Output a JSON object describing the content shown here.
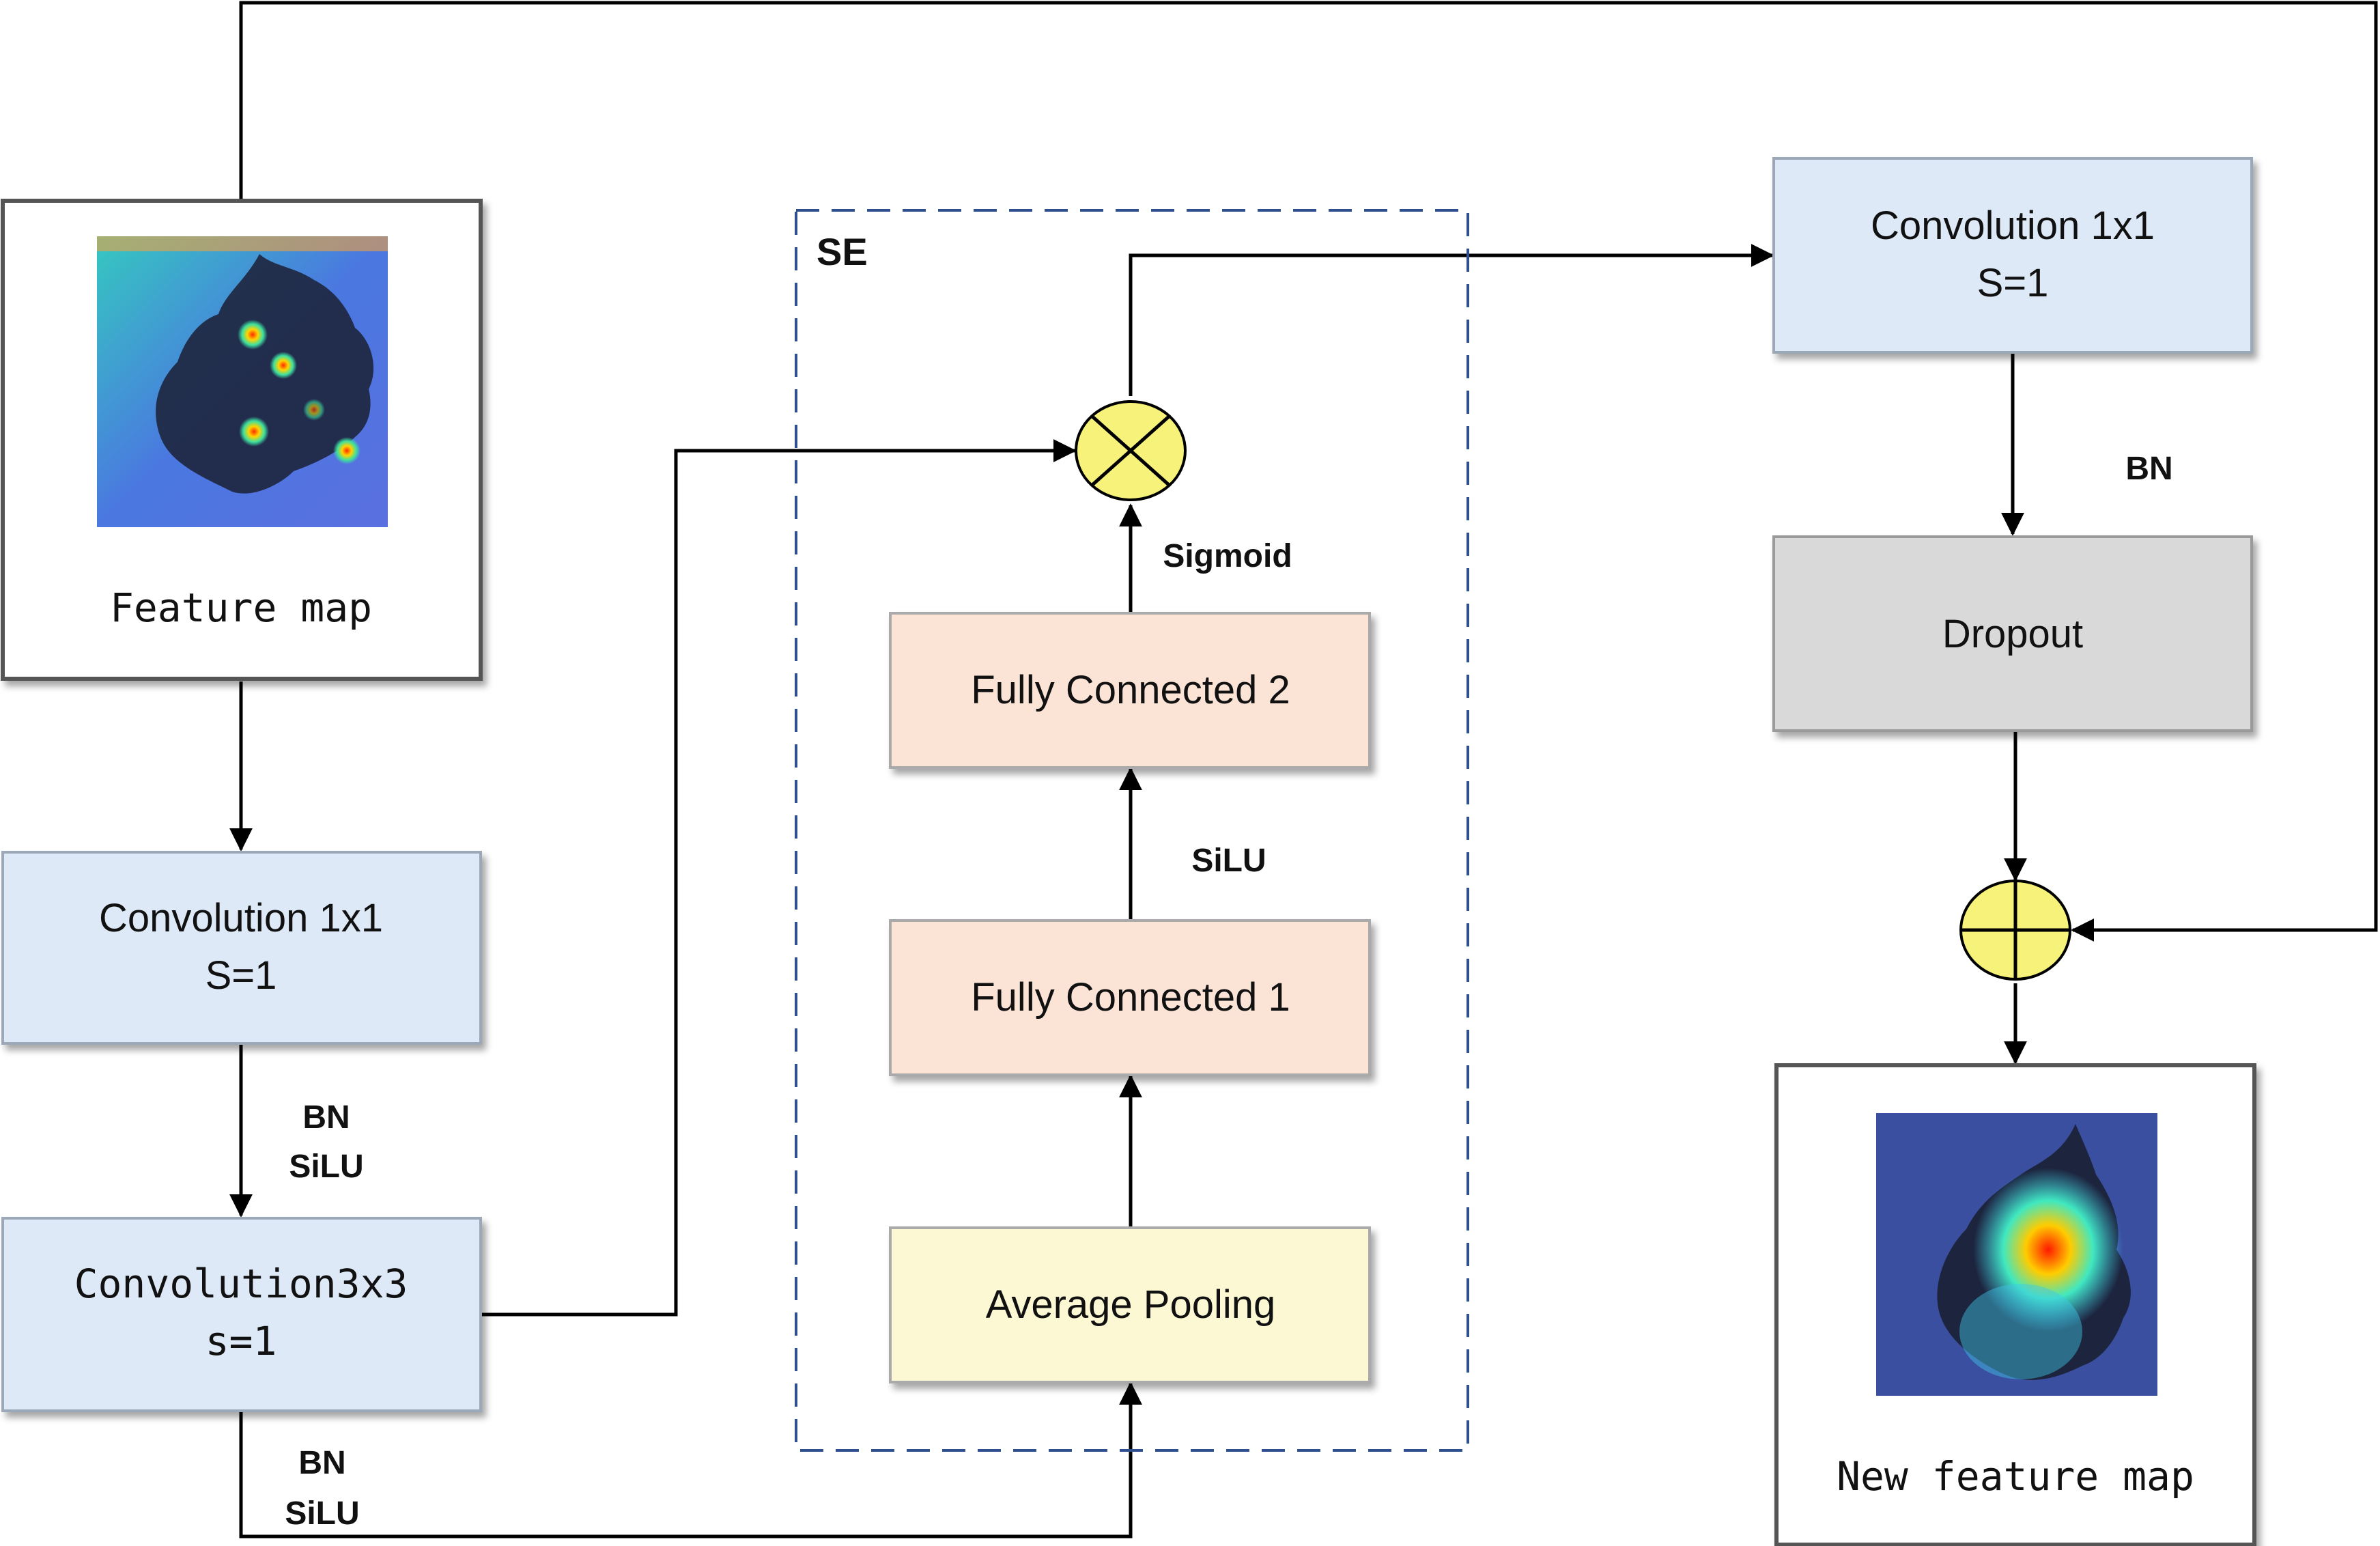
{
  "feature_map": {
    "label": "Feature map"
  },
  "new_feature_map": {
    "label": "New feature map"
  },
  "conv1": {
    "line1": "Convolution 1x1",
    "line2": "S=1"
  },
  "conv3": {
    "line1": "Convolution3x3",
    "line2": "s=1"
  },
  "conv_right": {
    "line1": "Convolution 1x1",
    "line2": "S=1"
  },
  "dropout": {
    "label": "Dropout"
  },
  "se": {
    "title": "SE",
    "avg_pool": "Average Pooling",
    "fc1": "Fully Connected 1",
    "fc2": "Fully Connected 2"
  },
  "annotations": {
    "bn_silu_1_bn": "BN",
    "bn_silu_1_silu": "SiLU",
    "bn_silu_2_bn": "BN",
    "bn_silu_2_silu": "SiLU",
    "silu_se": "SiLU",
    "sigmoid": "Sigmoid",
    "bn_right": "BN"
  },
  "colors": {
    "conv_fill": "#dde9f7",
    "fc_fill": "#fbe4d6",
    "pool_fill": "#fdf8d4",
    "dropout_fill": "#d9d9d9",
    "operator_fill": "#f7f27a",
    "se_border": "#2f4f8f"
  }
}
